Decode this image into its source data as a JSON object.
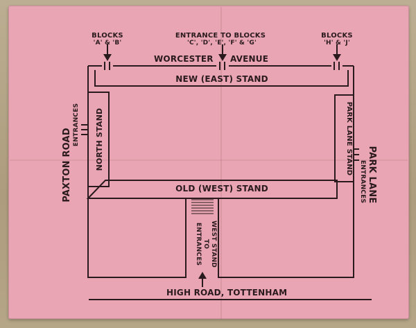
{
  "labels": {
    "blocks_ab_1": "BLOCKS",
    "blocks_ab_2": "'A' & 'B'",
    "entrance_cg_1": "ENTRANCE TO BLOCKS",
    "entrance_cg_2": "'C', 'D', 'E', 'F' & 'G'",
    "blocks_hj_1": "BLOCKS",
    "blocks_hj_2": "'H' & 'J'",
    "worcester_1": "WORCESTER",
    "worcester_2": "AVENUE",
    "new_east_stand": "NEW (EAST) STAND",
    "north_stand": "NORTH STAND",
    "paxton_road": "PAXTON ROAD",
    "paxton_entrances": "ENTRANCES",
    "park_lane_stand": "PARK LANE STAND",
    "park_lane_entrances": "ENTRANCES",
    "park_lane": "PARK LANE",
    "old_west_stand": "OLD (WEST) STAND",
    "entrances_to_west_stand_1": "ENTRANCES",
    "entrances_to_west_stand_2": "TO",
    "entrances_to_west_stand_3": "WEST STAND",
    "high_road": "HIGH ROAD, TOTTENHAM"
  },
  "colors": {
    "ticket": "#e9a5b3",
    "ink": "#2a1a1e",
    "background": "#b4a588"
  }
}
